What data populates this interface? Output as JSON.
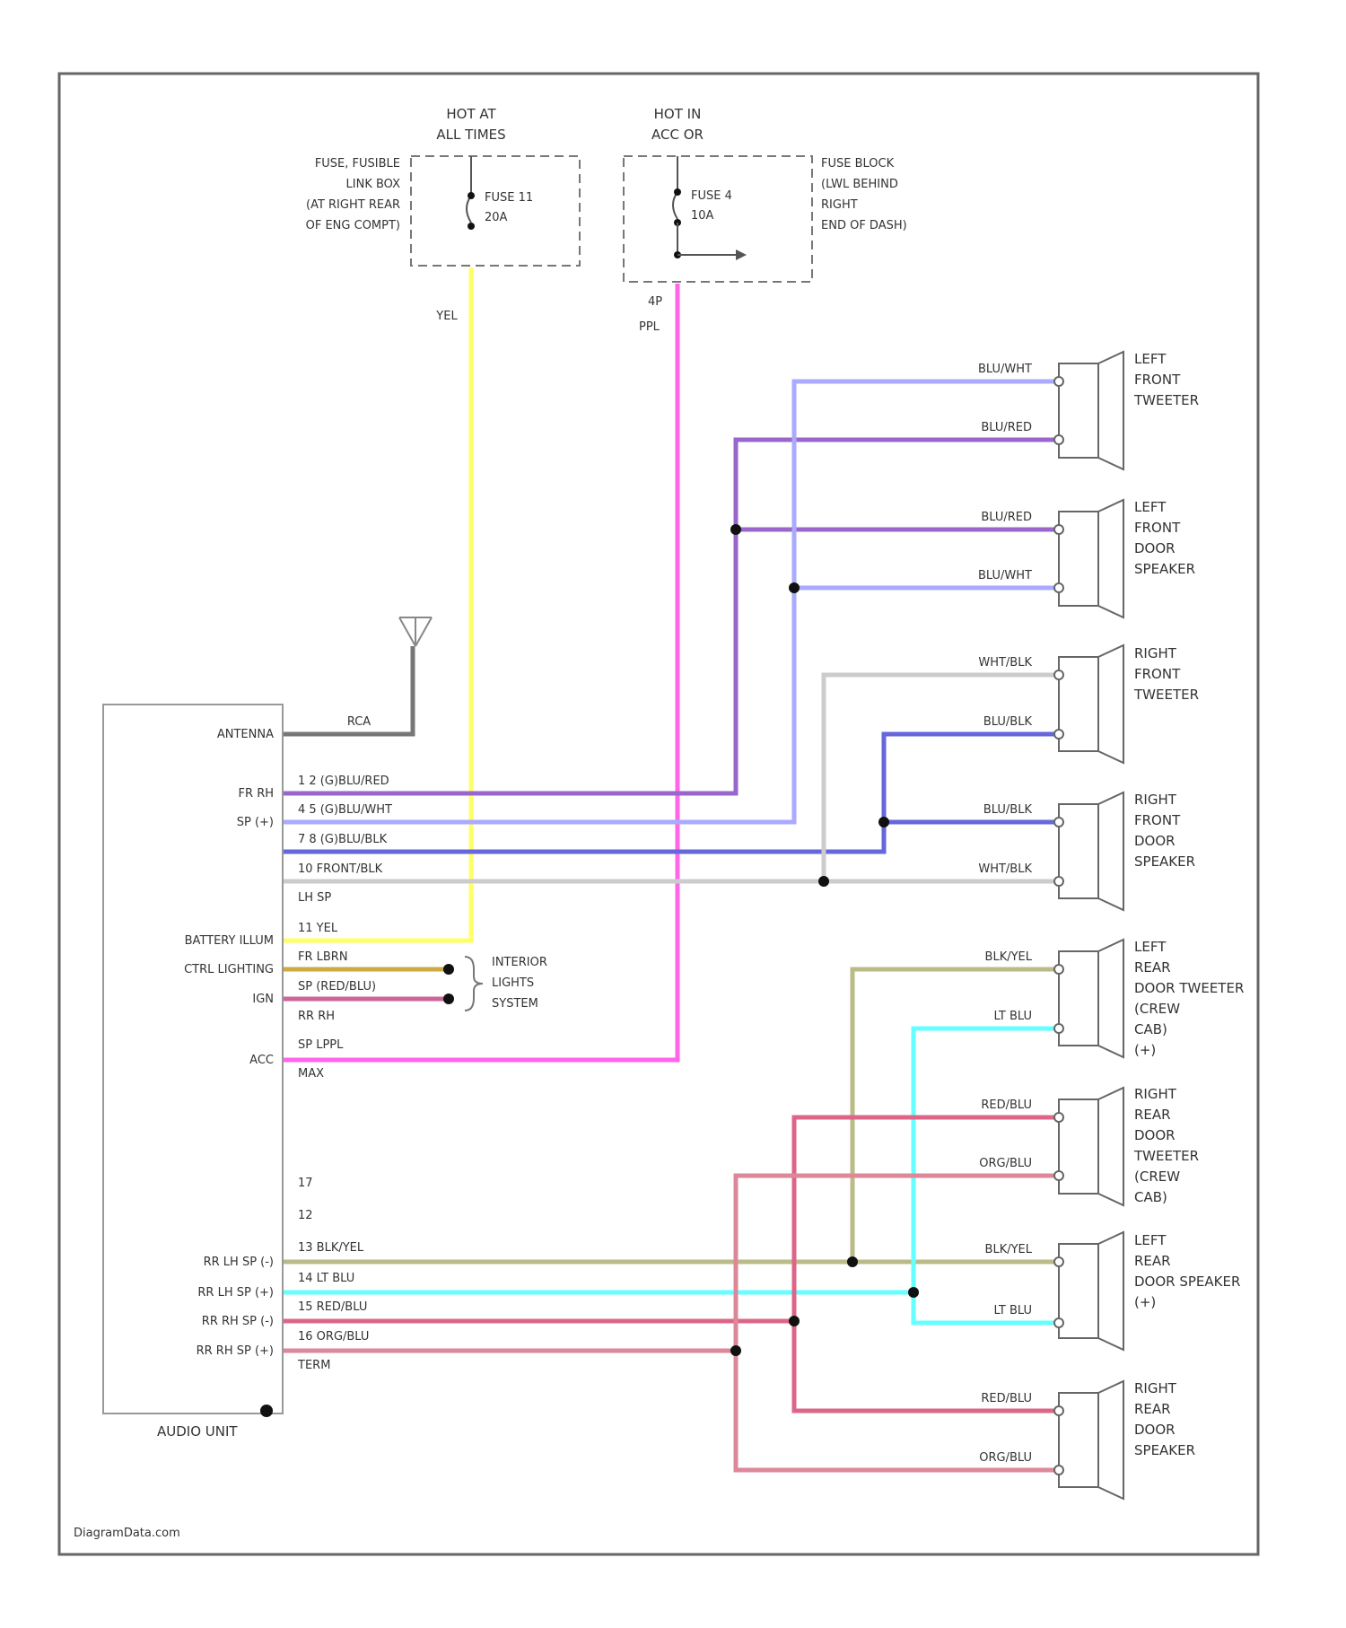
{
  "colors": {
    "yel": "#ffff66",
    "pnk": "#ff66e8",
    "blu_wht": "#aaaaff",
    "blu_red": "#9966cc",
    "wht_blk": "#cccccc",
    "blu_blk": "#6666dd",
    "blk_yel": "#bbbb88",
    "lt_blu": "#66ffff",
    "red_blu": "#dd6688",
    "org_blu": "#dd8899",
    "rca": "#777777",
    "lighting_a": "#ccaa44",
    "lighting_b": "#cc6699"
  },
  "power": {
    "hot1": {
      "title_1": "HOT AT",
      "title_2": "ALL TIMES"
    },
    "hot2": {
      "title_1": "HOT IN",
      "title_2": "ACC OR"
    },
    "fuse1": {
      "name": "FUSE 11",
      "rating": "20A",
      "desc": [
        "FUSE, FUSIBLE",
        "LINK BOX",
        "(AT RIGHT REAR",
        "OF ENG COMPT)"
      ]
    },
    "fuse2": {
      "name": "FUSE 4",
      "rating": "10A",
      "desc": [
        "FUSE BLOCK",
        "(LWL BEHIND",
        "RIGHT",
        "END OF DASH)"
      ]
    },
    "wire1": "YEL",
    "wire2_pin": "4P",
    "wire2": "PPL"
  },
  "audio_unit": {
    "name": "AUDIO UNIT",
    "antenna": "ANTENNA",
    "rca": "RCA",
    "fr_rh": "FR RH",
    "sp": "SP (+)",
    "battery": "BATTERY ILLUM",
    "ctrl": "CTRL LIGHTING",
    "ign": "IGN",
    "acc": "ACC",
    "rr_lh_sp_pos": "RR LH SP (-)",
    "rr_lh_sp_neg": "RR LH SP (+)",
    "rr_rh_sp_pos": "RR RH SP (-)",
    "rr_rh_sp_neg": "RR RH SP (+)",
    "pins": [
      "1  2  (G)BLU/RED",
      "4  5  (G)BLU/WHT",
      "7  8  (G)BLU/BLK",
      "10  FRONT/BLK",
      "LH SP",
      "11   YEL",
      "FR LBRN",
      "SP (RED/BLU)",
      "RR RH",
      "SP LPPL",
      "MAX",
      "17",
      "12",
      "13   BLK/YEL",
      "14   LT BLU",
      "15   RED/BLU",
      "16   ORG/BLU",
      "TERM"
    ]
  },
  "interior_lights": [
    "INTERIOR",
    "LIGHTS",
    "SYSTEM"
  ],
  "speakers": [
    {
      "label": [
        "LEFT",
        "FRONT",
        "TWEETER"
      ]
    },
    {
      "label": [
        "LEFT",
        "FRONT",
        "DOOR",
        "SPEAKER"
      ]
    },
    {
      "label": [
        "RIGHT",
        "FRONT",
        "TWEETER"
      ]
    },
    {
      "label": [
        "RIGHT",
        "FRONT",
        "DOOR",
        "SPEAKER"
      ]
    },
    {
      "label": [
        "LEFT",
        "REAR",
        "DOOR TWEETER",
        "(CREW",
        "CAB)",
        "(+)"
      ]
    },
    {
      "label": [
        "RIGHT",
        "REAR",
        "DOOR",
        "TWEETER",
        "(CREW",
        "CAB)"
      ]
    },
    {
      "label": [
        "LEFT",
        "REAR",
        "DOOR SPEAKER",
        "(+)"
      ]
    },
    {
      "label": [
        "RIGHT",
        "REAR",
        "DOOR",
        "SPEAKER"
      ]
    }
  ],
  "wire_labels": {
    "lft_tw_a": "BLU/WHT",
    "lft_tw_b": "BLU/RED",
    "lfd_a": "BLU/RED",
    "lfd_b": "BLU/WHT",
    "rft_a": "WHT/BLK",
    "rft_b": "BLU/BLK",
    "rfd_a": "BLU/BLK",
    "rfd_b": "WHT/BLK",
    "lrt_a": "BLK/YEL",
    "lrt_b": "LT BLU",
    "rrt_a": "RED/BLU",
    "rrt_b": "ORG/BLU",
    "lrd_a": "BLK/YEL",
    "lrd_b": "LT BLU",
    "rrd_a": "RED/BLU",
    "rrd_b": "ORG/BLU"
  },
  "footer": "DiagramData.com"
}
